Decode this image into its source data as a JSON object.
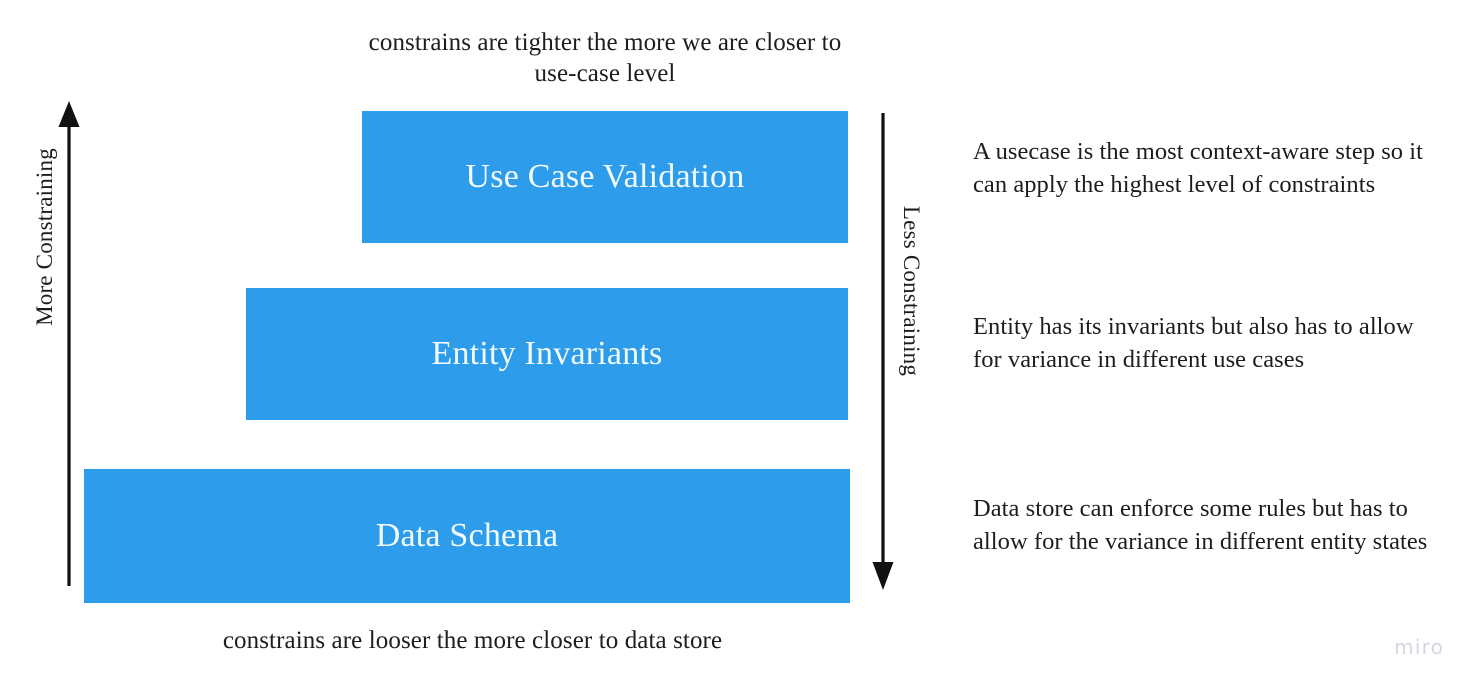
{
  "diagram": {
    "title_caption": "constrains are tighter the more we are closer to use-case level",
    "bottom_caption": "constrains are looser the more closer to data store",
    "bar_color": "#2d9cea",
    "bar_label_color": "#f2fbff",
    "text_color": "#1d1d1d",
    "watermark": "miro"
  },
  "axes": {
    "left": {
      "label": "More Constraining",
      "direction": "up",
      "icon": "arrow-up-icon"
    },
    "right": {
      "label": "Less Constraining",
      "direction": "down",
      "icon": "arrow-down-icon"
    }
  },
  "layers": [
    {
      "id": "use-case-validation",
      "label": "Use Case Validation",
      "note": "A usecase is the most context-aware step so it can apply the highest level of constraints",
      "relative_width": "smallest",
      "constraint_level": "highest"
    },
    {
      "id": "entity-invariants",
      "label": "Entity Invariants",
      "note": "Entity has its invariants but also has to allow for variance in different use cases",
      "relative_width": "medium",
      "constraint_level": "medium"
    },
    {
      "id": "data-schema",
      "label": "Data Schema",
      "note": "Data store can enforce some rules but has to allow for the variance in different entity states",
      "relative_width": "largest",
      "constraint_level": "lowest"
    }
  ],
  "chart_data": {
    "type": "bar",
    "orientation": "horizontal",
    "title": "constrains are tighter the more we are closer to use-case level",
    "subtitle": "constrains are looser the more closer to data store",
    "categories": [
      "Use Case Validation",
      "Entity Invariants",
      "Data Schema"
    ],
    "values": [
      486,
      602,
      766
    ],
    "value_unit": "px width (relative constraint breadth)",
    "xlabel": "",
    "ylabel": "More Constraining / Less Constraining",
    "grid": false,
    "legend": "none",
    "series_color": "#2d9cea"
  }
}
